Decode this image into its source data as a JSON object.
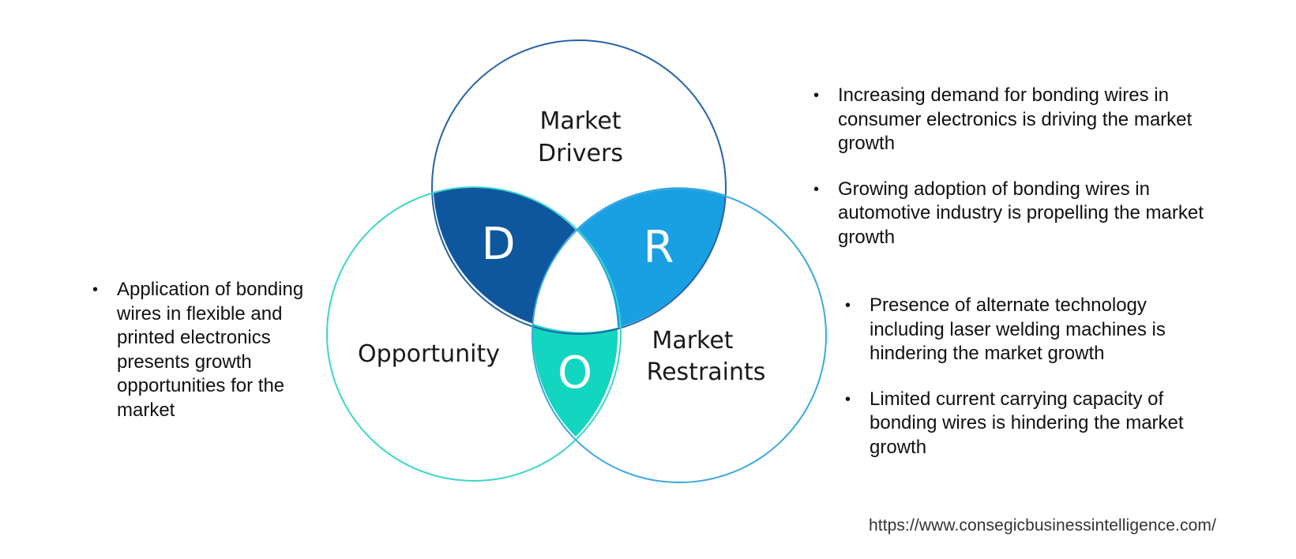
{
  "venn": {
    "drivers": {
      "label_line1": "Market",
      "label_line2": "Drivers",
      "color": "#2563a6"
    },
    "restraints": {
      "label_line1": "Market",
      "label_line2": "Restraints",
      "color": "#39a9e1"
    },
    "opportunity": {
      "label": "Opportunity",
      "color": "#3cd6c8"
    },
    "overlaps": {
      "d": {
        "letter": "D",
        "color": "#0e579e"
      },
      "r": {
        "letter": "R",
        "color": "#19a0e3"
      },
      "o": {
        "letter": "O",
        "color": "#12d6bf"
      }
    }
  },
  "drivers_points": [
    "Increasing demand for bonding wires in consumer electronics is driving the market growth",
    "Growing adoption of bonding wires in automotive industry is propelling the market growth"
  ],
  "restraints_points": [
    "Presence of alternate technology including laser welding machines is hindering the market growth",
    "Limited current carrying capacity of bonding wires is hindering the market growth"
  ],
  "opportunity_points": [
    "Application of bonding wires in flexible and printed electronics presents growth opportunities for the market"
  ],
  "source": "https://www.consegicbusinessintelligence.com/"
}
